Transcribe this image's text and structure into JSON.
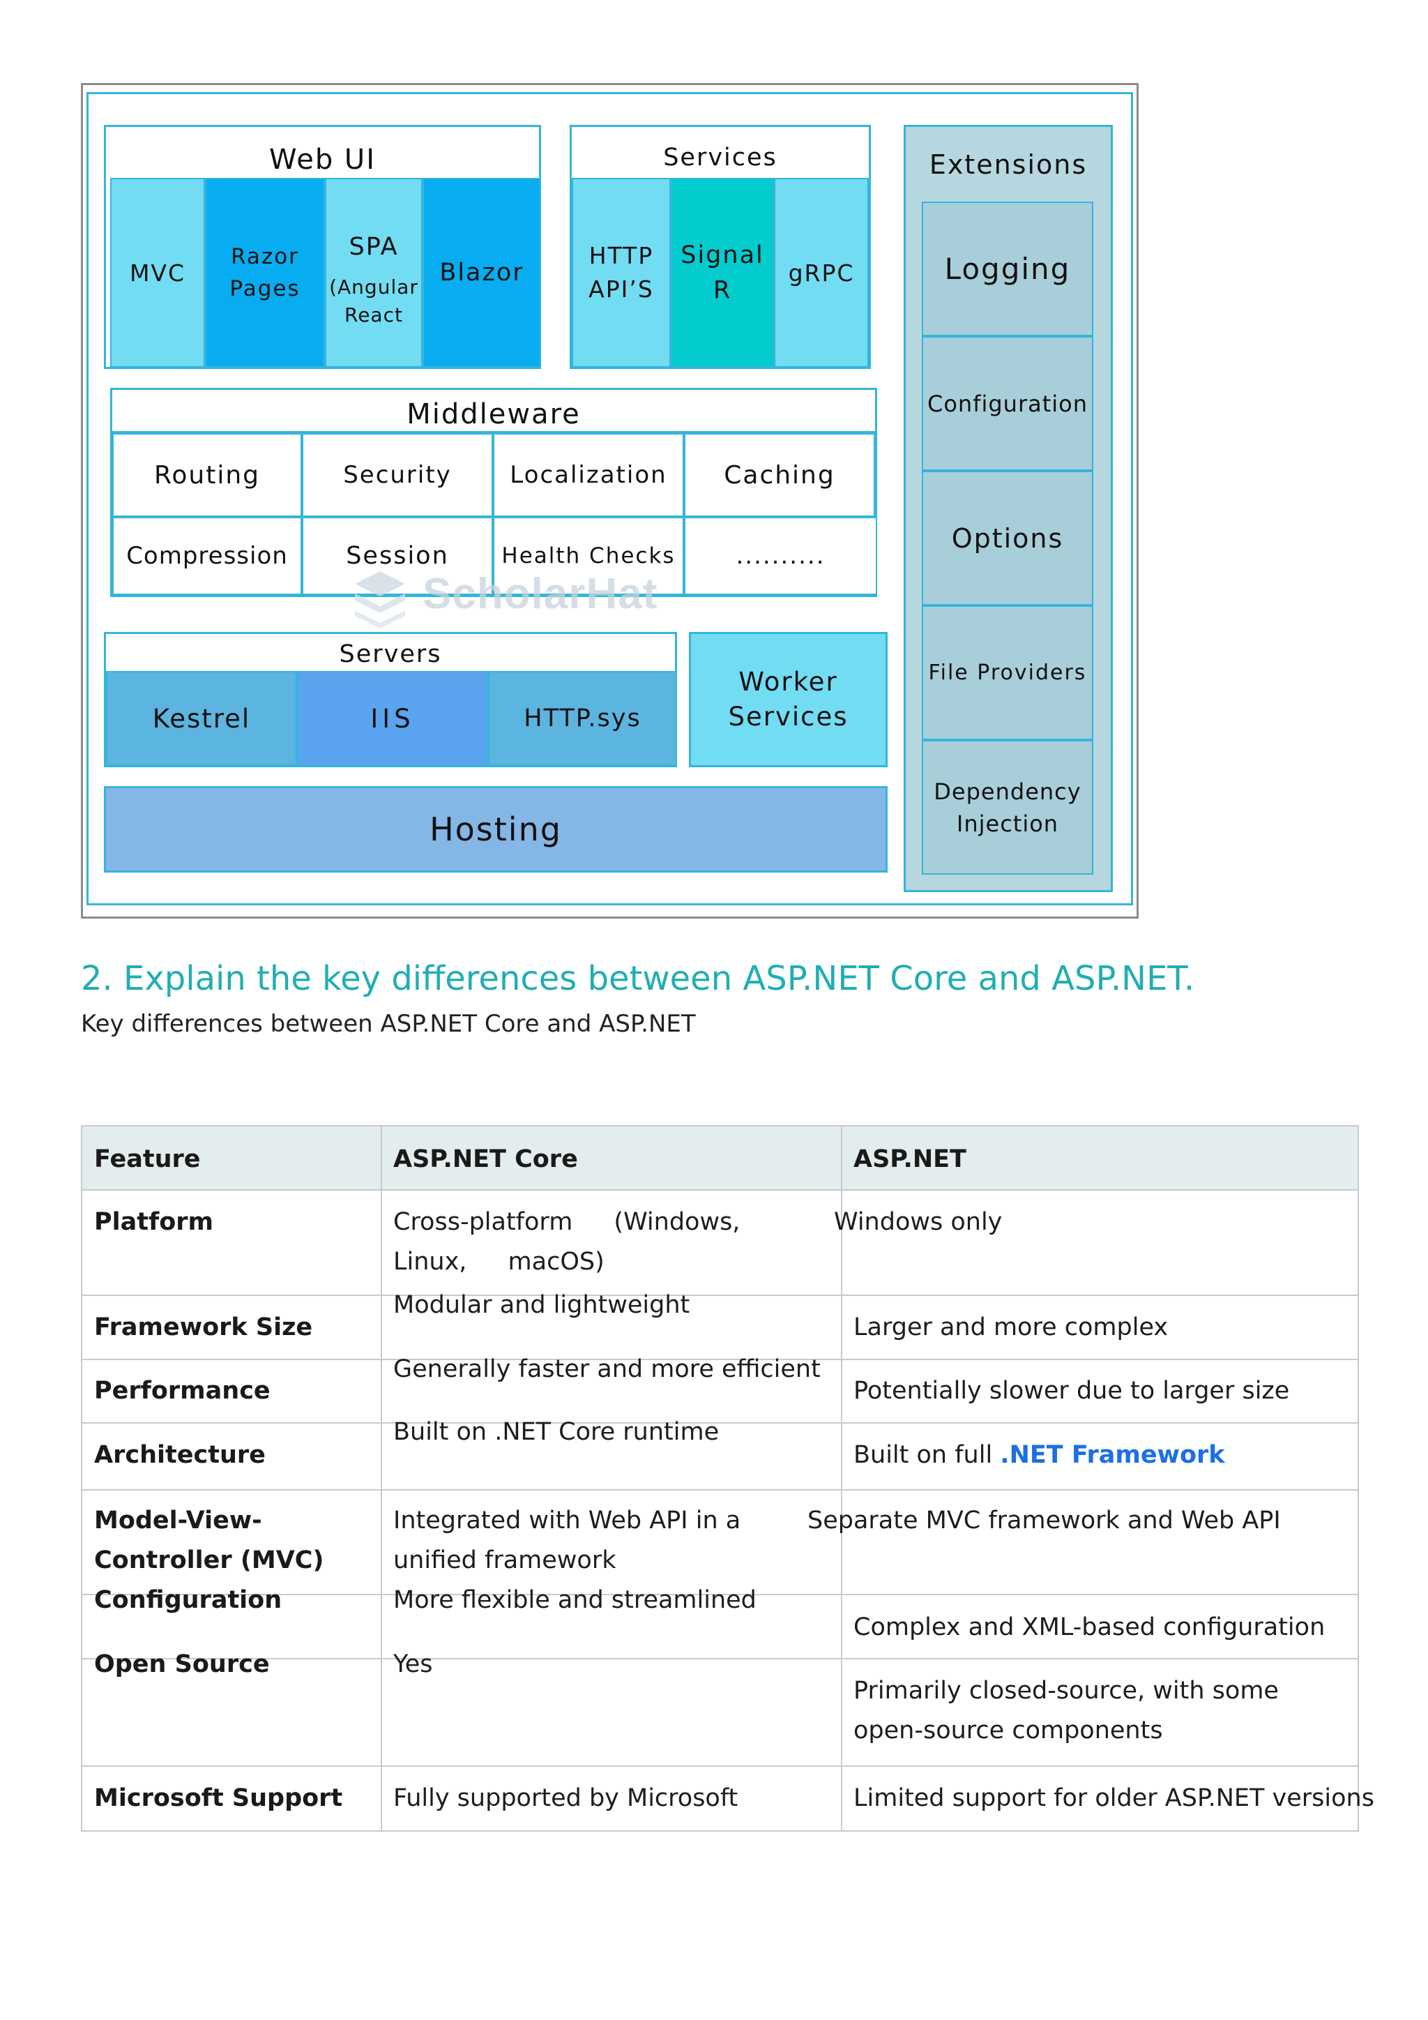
{
  "diagram": {
    "web_ui": {
      "title": "Web UI",
      "items": [
        "MVC",
        "Razor\nPages",
        "SPA",
        "(Angular\nReact",
        "Blazor"
      ]
    },
    "services": {
      "title": "Services",
      "items": [
        "HTTP\nAPI’S",
        "Signal\nR",
        "gRPC"
      ]
    },
    "extensions": {
      "title": "Extensions",
      "items": [
        "Logging",
        "Configuration",
        "Options",
        "File Providers",
        "Dependency\nInjection"
      ]
    },
    "middleware": {
      "title": "Middleware",
      "row1": [
        "Routing",
        "Security",
        "Localization",
        "Caching"
      ],
      "row2": [
        "Compression",
        "Session",
        "Health Checks",
        ".........."
      ]
    },
    "servers": {
      "title": "Servers",
      "items": [
        "Kestrel",
        "IIS",
        "HTTP.sys"
      ]
    },
    "worker": "Worker\nServices",
    "hosting": "Hosting",
    "watermark": "ScholarHat"
  },
  "heading": "2. Explain the key differences between ASP.NET Core and ASP.NET.",
  "subheading": "Key differences between ASP.NET Core and ASP.NET",
  "table": {
    "headers": [
      "Feature",
      "ASP.NET Core",
      "ASP.NET"
    ],
    "rows": [
      {
        "feature": "Platform",
        "core": "Cross-platform (Windows, Linux, macOS)",
        "net": "Windows only"
      },
      {
        "feature": "Framework Size",
        "core": "Modular and lightweight",
        "net": "Larger and more complex"
      },
      {
        "feature": "Performance",
        "core": "Generally faster and more efficient",
        "net": "Potentially slower due to larger size"
      },
      {
        "feature": "Architecture",
        "core": "Built on .NET Core runtime",
        "net_prefix": "Built on full ",
        "net_link": ".NET Framework"
      },
      {
        "feature": "Model-View-Controller (MVC)",
        "core": "Integrated with Web API in a unified framework",
        "net": "Separate MVC framework and Web API"
      },
      {
        "feature": "Configuration",
        "core": "More flexible and streamlined",
        "net": "Complex and XML-based configuration"
      },
      {
        "feature": "Open Source",
        "core": "Yes",
        "net": "Primarily closed-source, with some open-source components"
      },
      {
        "feature": "Microsoft Support",
        "core": "Fully supported by Microsoft",
        "net": "Limited support for older ASP.NET versions"
      }
    ]
  },
  "colors": {
    "heading": "#21aeb2",
    "diagram_border": "#35b5dc",
    "link": "#1d6fe3",
    "table_header_bg": "#e4eded"
  }
}
